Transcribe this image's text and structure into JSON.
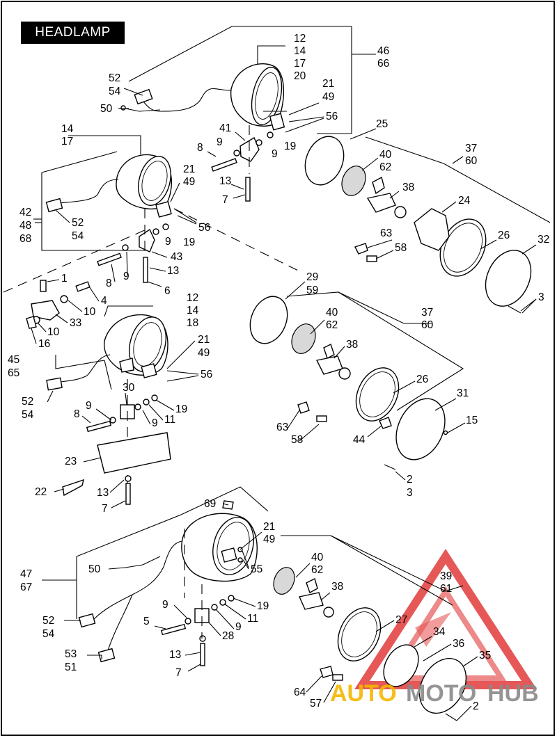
{
  "title": "HEADLAMP",
  "watermark": {
    "brand_left": "AUTO",
    "brand_mid": "MOTO",
    "brand_right": "HUB",
    "color_red": "#e23b3b",
    "color_yellow": "#f5b700",
    "color_gray": "#8a8a8a"
  },
  "labels": {
    "l1": "12",
    "l2": "14",
    "l3": "17",
    "l4": "20",
    "l5": "46",
    "l6": "66",
    "l7": "52",
    "l8": "54",
    "l9": "50",
    "l10": "21",
    "l11": "49",
    "l12": "56",
    "l13": "41",
    "l14": "8",
    "l15": "9",
    "l16": "9",
    "l17": "19",
    "l18": "25",
    "l19": "40",
    "l20": "62",
    "l21": "37",
    "l22": "60",
    "l23": "13",
    "l24": "7",
    "l25": "38",
    "l26": "24",
    "l27": "14",
    "l28": "17",
    "l29": "21",
    "l30": "49",
    "l31": "56",
    "l32": "42",
    "l33": "48",
    "l34": "68",
    "l35": "52",
    "l36": "54",
    "l37": "9",
    "l38": "19",
    "l39": "43",
    "l40": "13",
    "l41": "8",
    "l42": "9",
    "l43": "6",
    "l44": "63",
    "l45": "58",
    "l46": "26",
    "l47": "32",
    "l48": "3",
    "l49": "1",
    "l50": "4",
    "l51": "10",
    "l52": "33",
    "l53": "10",
    "l54": "16",
    "l55": "29",
    "l56": "59",
    "l57": "12",
    "l58": "14",
    "l59": "18",
    "l60": "40",
    "l61": "62",
    "l62": "37",
    "l63": "60",
    "l64": "21",
    "l65": "49",
    "l66": "38",
    "l67": "45",
    "l68": "65",
    "l69": "56",
    "l70": "26",
    "l71": "30",
    "l72": "52",
    "l73": "54",
    "l74": "9",
    "l75": "19",
    "l76": "8",
    "l77": "9",
    "l78": "11",
    "l79": "31",
    "l80": "15",
    "l81": "63",
    "l82": "58",
    "l83": "44",
    "l84": "23",
    "l85": "2",
    "l86": "3",
    "l87": "22",
    "l88": "13",
    "l89": "7",
    "l90": "69",
    "l91": "21",
    "l92": "49",
    "l93": "40",
    "l94": "62",
    "l95": "50",
    "l96": "55",
    "l97": "47",
    "l98": "67",
    "l99": "38",
    "l100": "39",
    "l101": "61",
    "l102": "9",
    "l103": "19",
    "l104": "11",
    "l105": "5",
    "l106": "9",
    "l107": "27",
    "l108": "52",
    "l109": "54",
    "l110": "28",
    "l111": "34",
    "l112": "36",
    "l113": "13",
    "l114": "35",
    "l115": "53",
    "l116": "51",
    "l117": "7",
    "l118": "64",
    "l119": "57",
    "l120": "2"
  }
}
